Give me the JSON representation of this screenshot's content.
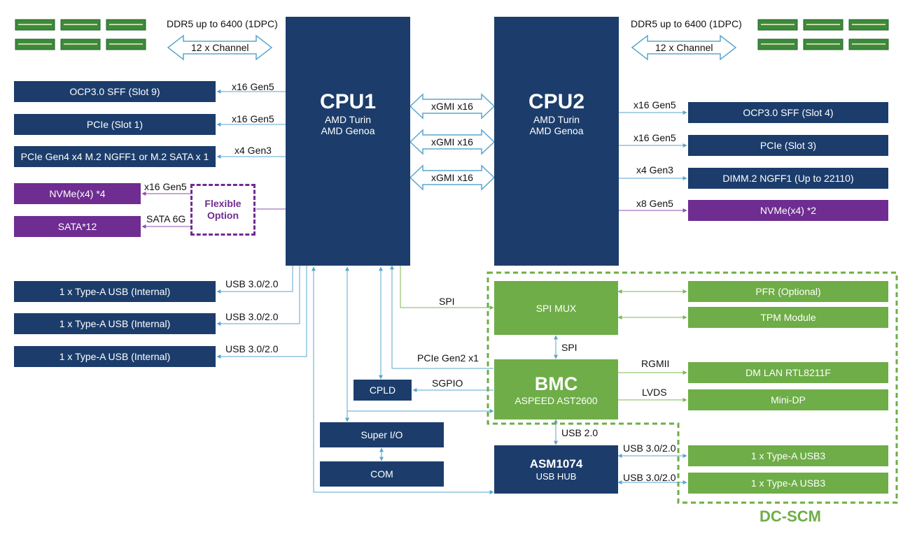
{
  "memory": {
    "left_label": "DDR5 up to 6400 (1DPC)",
    "left_channel": "12 x Channel",
    "right_label": "DDR5 up to 6400 (1DPC)",
    "right_channel": "12 x Channel"
  },
  "cpu1": {
    "title": "CPU1",
    "line1": "AMD Turin",
    "line2": "AMD Genoa"
  },
  "cpu2": {
    "title": "CPU2",
    "line1": "AMD Turin",
    "line2": "AMD Genoa"
  },
  "xgmi": [
    "xGMI x16",
    "xGMI x16",
    "xGMI x16"
  ],
  "left_devices": [
    {
      "label": "OCP3.0 SFF (Slot 9)",
      "link": "x16 Gen5"
    },
    {
      "label": "PCIe (Slot 1)",
      "link": "x16 Gen5"
    },
    {
      "label": "PCIe Gen4 x4 M.2 NGFF1 or M.2 SATA x 1",
      "link": "x4 Gen3"
    }
  ],
  "storage": [
    {
      "label": "NVMe(x4) *4",
      "link": "x16 Gen5"
    },
    {
      "label": "SATA*12",
      "link": "SATA 6G"
    }
  ],
  "flexible_option": "Flexible\nOption",
  "right_devices": [
    {
      "label": "OCP3.0 SFF (Slot 4)",
      "link": "x16 Gen5"
    },
    {
      "label": "PCIe (Slot 3)",
      "link": "x16 Gen5"
    },
    {
      "label": "DIMM.2 NGFF1 (Up to 22110)",
      "link": "x4 Gen3"
    },
    {
      "label": "NVMe(x4) *2",
      "link": "x8 Gen5"
    }
  ],
  "usb_internal": [
    {
      "label": "1 x Type-A USB (Internal)",
      "link": "USB 3.0/2.0"
    },
    {
      "label": "1 x Type-A USB (Internal)",
      "link": "USB 3.0/2.0"
    },
    {
      "label": "1 x Type-A USB (Internal)",
      "link": "USB 3.0/2.0"
    }
  ],
  "spi_mux": "SPI MUX",
  "spi_label": "SPI",
  "spi_mux_bmc_label": "SPI",
  "pfr": "PFR (Optional)",
  "tpm": "TPM Module",
  "bmc": {
    "title": "BMC",
    "subtitle": "ASPEED AST2600"
  },
  "pcie_gen2": "PCIe Gen2 x1",
  "cpld": "CPLD",
  "sgpio": "SGPIO",
  "rgmii": "RGMII",
  "dm_lan": "DM LAN RTL8211F",
  "lvds": "LVDS",
  "mini_dp": "Mini-DP",
  "super_io": "Super I/O",
  "com": "COM",
  "usb20": "USB 2.0",
  "asm": {
    "title": "ASM1074",
    "subtitle": "USB HUB"
  },
  "usb3_ports": [
    {
      "label": "1 x Type-A USB3",
      "link": "USB 3.0/2.0"
    },
    {
      "label": "1 x Type-A USB3",
      "link": "USB 3.0/2.0"
    }
  ],
  "dcscm_label": "DC-SCM",
  "colors": {
    "navy": "#1c3d6b",
    "purple": "#6f2c91",
    "green": "#6ead47",
    "line_blue": "#5aa5cf",
    "line_purple": "#8d4fae",
    "line_green": "#7ab84f"
  }
}
